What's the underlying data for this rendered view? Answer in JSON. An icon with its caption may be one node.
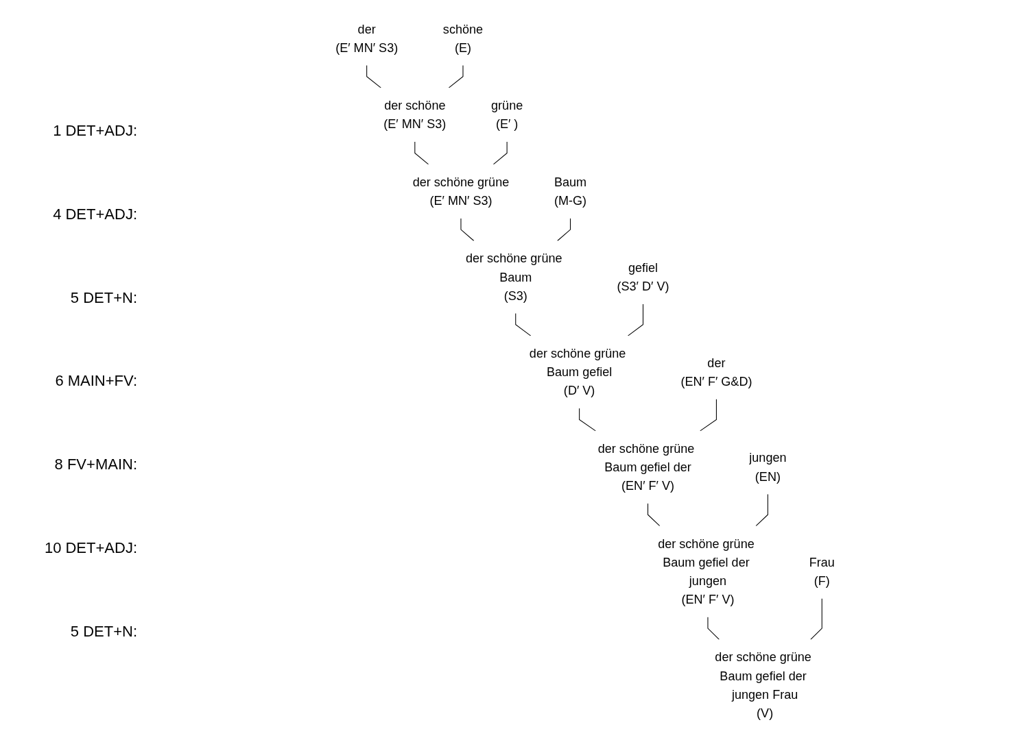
{
  "diagram": {
    "nodes": [
      {
        "text": [
          "der",
          "(E′ MN′ S3)"
        ]
      },
      {
        "text": [
          "schöne",
          "(E)"
        ]
      },
      {
        "text": [
          "grüne",
          "(E′ )"
        ]
      },
      {
        "text": [
          "Baum",
          "(M-G)"
        ]
      },
      {
        "text": [
          "gefiel",
          "(S3′ D′ V)"
        ]
      },
      {
        "text": [
          "der",
          "(EN′ F′ G&D)"
        ]
      },
      {
        "text": [
          "jungen",
          "(EN)"
        ]
      },
      {
        "text": [
          "Frau",
          "(F)"
        ]
      },
      {
        "text": [
          "der schöne",
          "(E′ MN′ S3)"
        ]
      },
      {
        "text": [
          "der schöne grüne",
          "(E′ MN′ S3)"
        ]
      },
      {
        "text": [
          "der schöne grüne Baum",
          "(S3)"
        ]
      },
      {
        "text": [
          "der schöne grüne Baum gefiel",
          "(D′ V)"
        ]
      },
      {
        "text": [
          "der schöne grüne Baum gefiel der",
          "(EN′ F′ V)"
        ]
      },
      {
        "text": [
          "der schöne grüne Baum gefiel der jungen",
          "(EN′ F′ V)"
        ]
      },
      {
        "text": [
          "der schöne grüne Baum gefiel der jungen Frau",
          "(V)"
        ]
      }
    ],
    "edges": [
      {
        "from": 0,
        "to": 8,
        "arrow": "none"
      },
      {
        "from": 1,
        "to": 8,
        "arrow": "none"
      },
      {
        "from": 8,
        "to": 9,
        "arrow": "none"
      },
      {
        "from": 2,
        "to": 9,
        "arrow": "none"
      },
      {
        "from": 9,
        "to": 10,
        "arrow": "none"
      },
      {
        "from": 3,
        "to": 10,
        "arrow": "none"
      },
      {
        "from": 10,
        "to": 11,
        "arrow": "none"
      },
      {
        "from": 4,
        "to": 11,
        "arrow": "none"
      },
      {
        "from": 11,
        "to": 12,
        "arrow": "none"
      },
      {
        "from": 5,
        "to": 12,
        "arrow": "none"
      },
      {
        "from": 12,
        "to": 13,
        "arrow": "none"
      },
      {
        "from": 6,
        "to": 13,
        "arrow": "none"
      },
      {
        "from": 13,
        "to": 14,
        "arrow": "none"
      },
      {
        "from": 7,
        "to": 14,
        "arrow": "none"
      }
    ],
    "labels": [
      "1 DET+ADJ:",
      "4 DET+ADJ:",
      "5 DET+N:",
      "6 MAIN+FV:",
      "8 FV+MAIN:",
      "10 DET+ADJ:",
      "5 DET+N:"
    ]
  }
}
